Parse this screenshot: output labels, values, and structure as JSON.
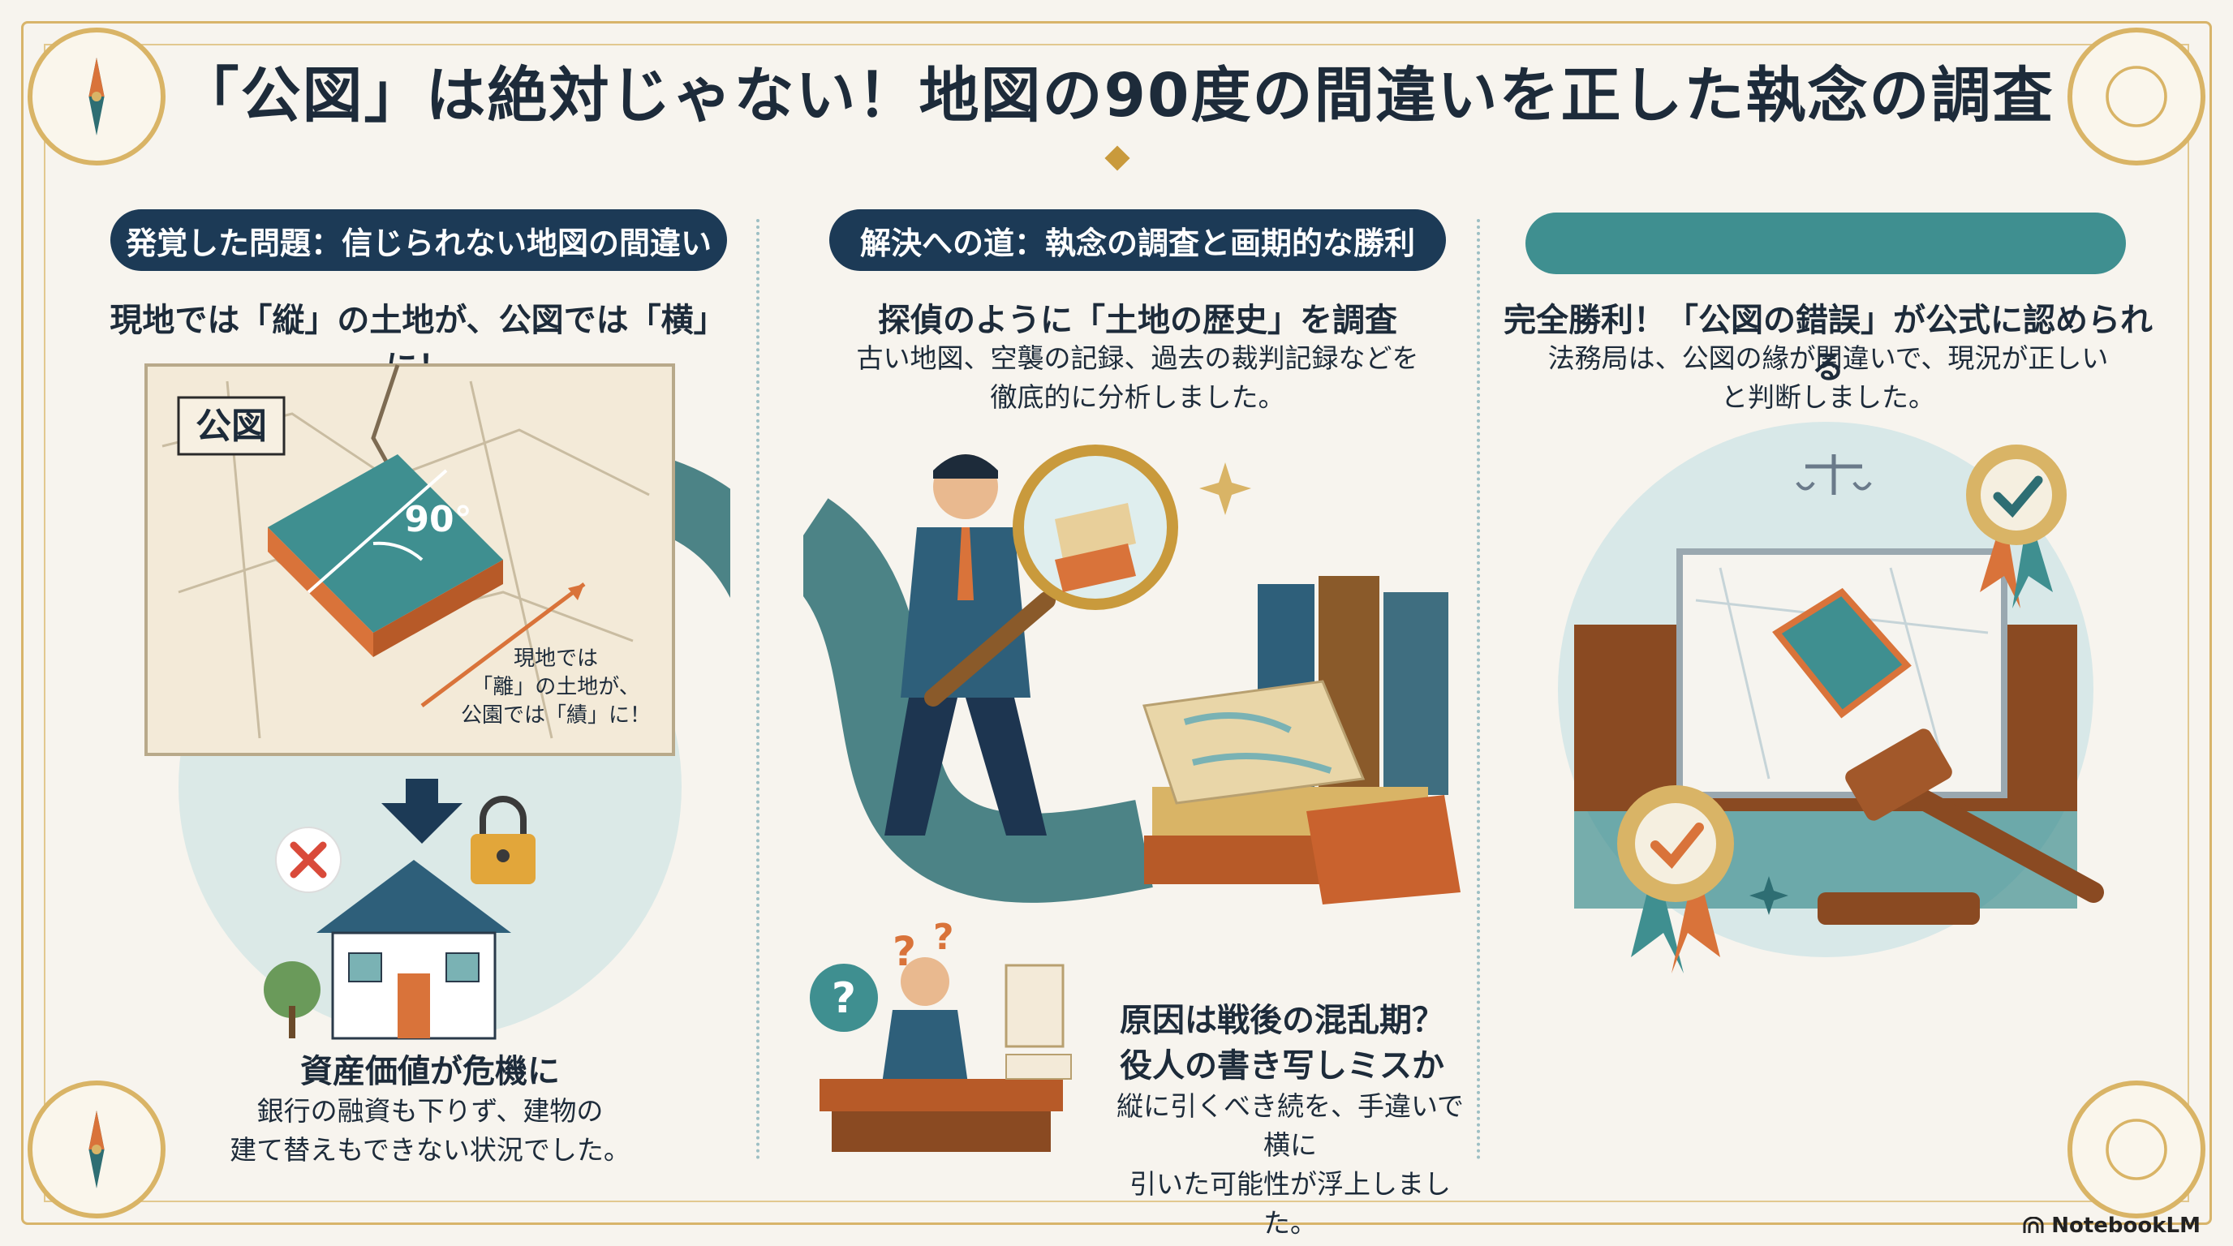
{
  "title": "「公図」は絶対じゃない！地図の90度の間違いを正した執念の調査",
  "col1": {
    "pill": "発覚した問題：信じられない地図の間違い",
    "subheading": "現地では「縦」の土地が、公図では「横」に！",
    "map_label": "公図",
    "angle_label": "90°",
    "callout": [
      "現地では",
      "「離」の土地が、",
      "公園では「績」に！"
    ],
    "heading": "資産価値が危機に",
    "body": [
      "銀行の融資も下りず、建物の",
      "建て替えもできない状況でした。"
    ]
  },
  "col2": {
    "pill": "解決への道：執念の調査と画期的な勝利",
    "heading": "探偵のように「土地の歴史」を調査",
    "body": [
      "古い地図、空襲の記録、過去の裁判記録などを",
      "徹底的に分析しました。"
    ],
    "cause_heading": [
      "原因は戦後の混乱期？",
      "役人の書き写しミスか"
    ],
    "cause_body": [
      "縦に引くべき続を、手違いで横に",
      "引いた可能性が浮上しました。"
    ]
  },
  "col3": {
    "pill": "",
    "heading": "完全勝利！「公図の錯誤」が公式に認められる",
    "body": [
      "法務局は、公図の緣が関違いで、現況が正しい",
      "と判断しました。"
    ]
  },
  "footer": {
    "logo": "NotebookLM"
  },
  "colors": {
    "navy": "#1c3a56",
    "teal": "#3f8f90",
    "gold": "#d8b46a",
    "orange": "#d9733a"
  },
  "icons": [
    "compass-icon",
    "lock-icon",
    "cross-icon",
    "question-icon",
    "check-icon",
    "scales-icon",
    "gavel-icon",
    "magnifier-icon"
  ]
}
